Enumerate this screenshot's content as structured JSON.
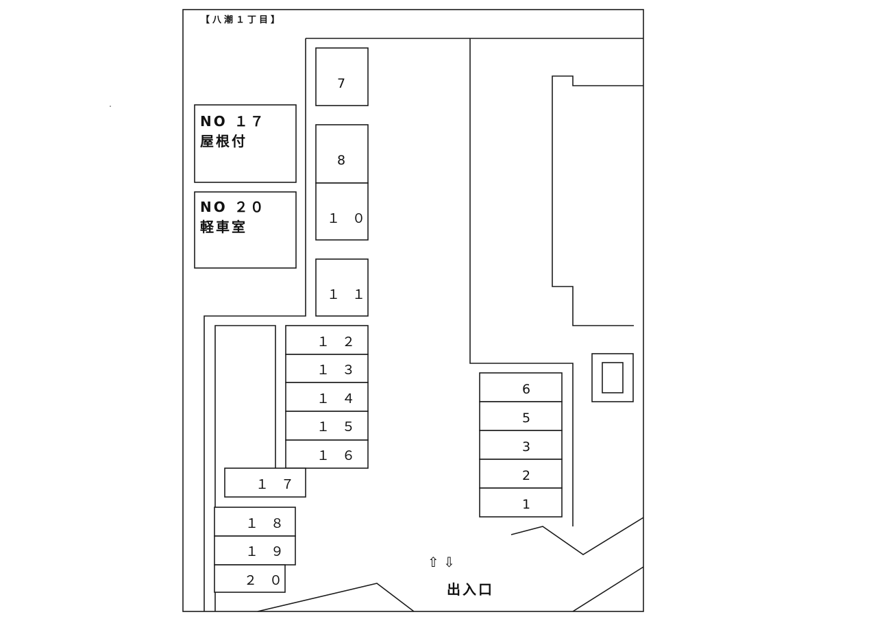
{
  "header": {
    "title": "【八潮１丁目】"
  },
  "notes": [
    {
      "line1": "NO １７",
      "line2": "屋根付"
    },
    {
      "line1": "NO ２０",
      "line2": "軽車室"
    }
  ],
  "spaces": [
    {
      "label": "7"
    },
    {
      "label": "8"
    },
    {
      "label": "１ ０"
    },
    {
      "label": "１ １"
    },
    {
      "label": "１ ２"
    },
    {
      "label": "１ ３"
    },
    {
      "label": "１ ４"
    },
    {
      "label": "１ ５"
    },
    {
      "label": "１ ６"
    },
    {
      "label": "１ ７"
    },
    {
      "label": "１ ８"
    },
    {
      "label": "１ ９"
    },
    {
      "label": "２ ０"
    },
    {
      "label": "6"
    },
    {
      "label": "5"
    },
    {
      "label": "3"
    },
    {
      "label": "2"
    },
    {
      "label": "1"
    }
  ],
  "entrance": {
    "arrows": "⇧ ⇩",
    "label": "出入口"
  }
}
